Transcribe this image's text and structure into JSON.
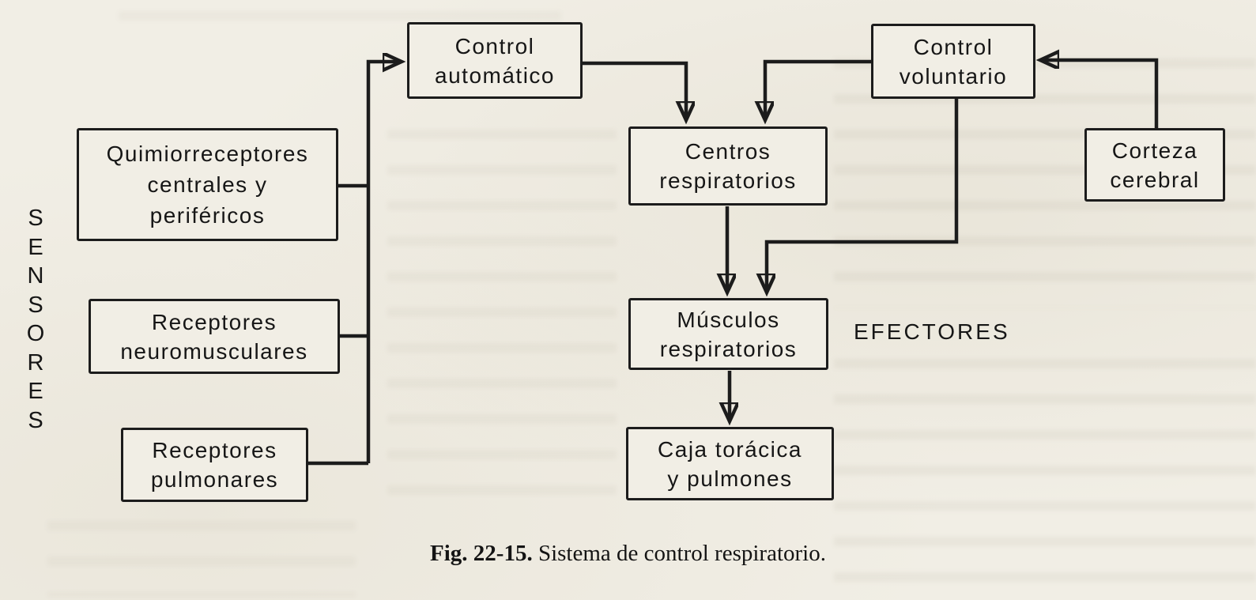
{
  "figure": {
    "caption_label": "Fig. 22-15.",
    "caption_text": " Sistema de control respiratorio."
  },
  "labels": {
    "sensors": "SENSORES",
    "sensors_letters": [
      "S",
      "E",
      "N",
      "S",
      "O",
      "R",
      "E",
      "S"
    ],
    "effectors": "EFECTORES"
  },
  "nodes": {
    "quimiorreceptores": {
      "lines": [
        "Quimiorreceptores",
        "centrales y",
        "periféricos"
      ]
    },
    "receptores_neuromusculares": {
      "lines": [
        "Receptores",
        "neuromusculares"
      ]
    },
    "receptores_pulmonares": {
      "lines": [
        "Receptores",
        "pulmonares"
      ]
    },
    "control_automatico": {
      "lines": [
        "Control",
        "automático"
      ]
    },
    "control_voluntario": {
      "lines": [
        "Control",
        "voluntario"
      ]
    },
    "corteza_cerebral": {
      "lines": [
        "Corteza",
        "cerebral"
      ]
    },
    "centros_respiratorios": {
      "lines": [
        "Centros",
        "respiratorios"
      ]
    },
    "musculos_respiratorios": {
      "lines": [
        "Músculos",
        "respiratorios"
      ]
    },
    "caja_toracica": {
      "lines": [
        "Caja torácica",
        "y pulmones"
      ]
    }
  },
  "edges": [
    {
      "from": "quimiorreceptores",
      "to": "sensor_bus",
      "arrow": false
    },
    {
      "from": "receptores_neuromusculares",
      "to": "sensor_bus",
      "arrow": false
    },
    {
      "from": "receptores_pulmonares",
      "to": "sensor_bus",
      "arrow": false
    },
    {
      "from": "sensor_bus",
      "to": "control_automatico",
      "arrow": true
    },
    {
      "from": "control_automatico",
      "to": "centros_respiratorios",
      "arrow": true
    },
    {
      "from": "control_voluntario",
      "to": "centros_respiratorios",
      "arrow": true
    },
    {
      "from": "corteza_cerebral",
      "to": "control_voluntario",
      "arrow": true
    },
    {
      "from": "control_voluntario",
      "to": "musculos_respiratorios",
      "arrow": true
    },
    {
      "from": "centros_respiratorios",
      "to": "musculos_respiratorios",
      "arrow": true
    },
    {
      "from": "musculos_respiratorios",
      "to": "caja_toracica",
      "arrow": true
    }
  ],
  "colors": {
    "paper": "#f1eee5",
    "ink": "#1c1c1c"
  }
}
